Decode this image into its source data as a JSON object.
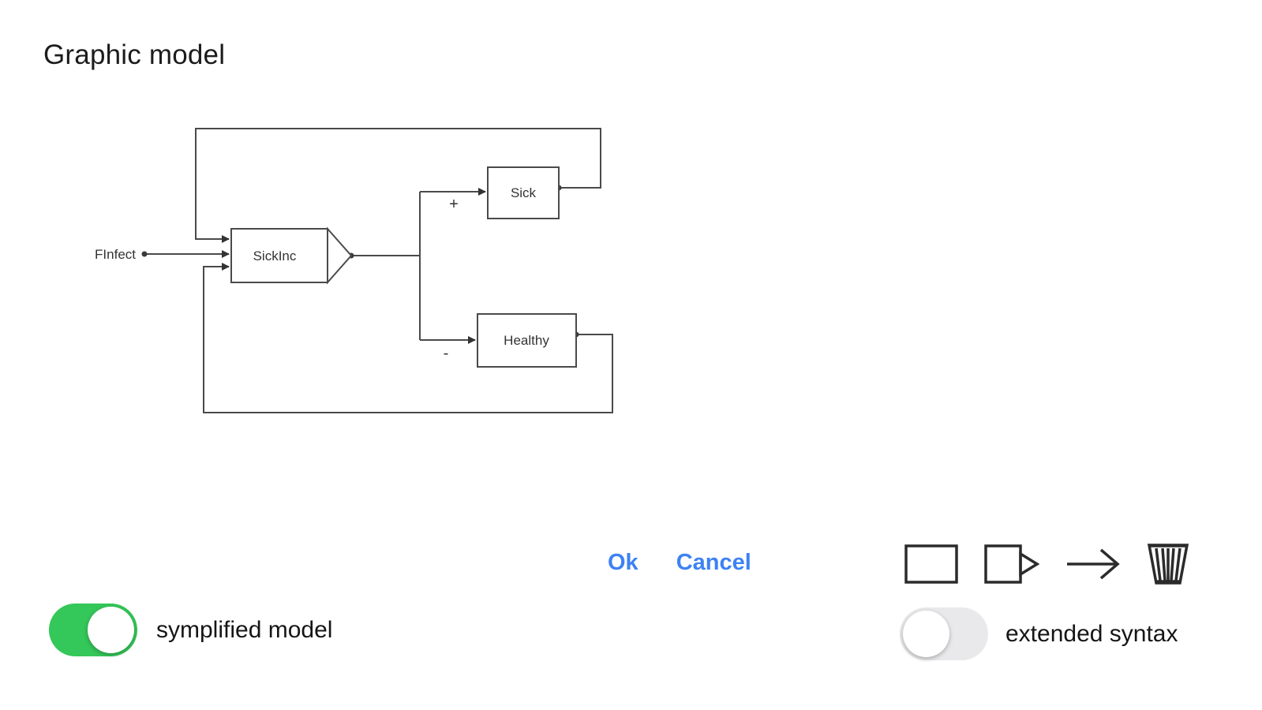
{
  "title": "Graphic model",
  "diagram": {
    "nodes": {
      "finfect": {
        "label": "FInfect",
        "type": "external-input"
      },
      "sickinc": {
        "label": "SickInc",
        "type": "flow-block"
      },
      "sick": {
        "label": "Sick",
        "type": "stock"
      },
      "healthy": {
        "label": "Healthy",
        "type": "stock"
      }
    },
    "signs": {
      "plus": "+",
      "minus": "-"
    },
    "edges": [
      {
        "from": "FInfect",
        "to": "SickInc"
      },
      {
        "from": "Sick",
        "to": "SickInc",
        "kind": "feedback-loop-top"
      },
      {
        "from": "Healthy",
        "to": "SickInc",
        "kind": "feedback-loop-bottom"
      },
      {
        "from": "SickInc",
        "to": "Sick",
        "sign": "+"
      },
      {
        "from": "SickInc",
        "to": "Healthy",
        "sign": "-"
      }
    ]
  },
  "actions": {
    "ok_label": "Ok",
    "cancel_label": "Cancel"
  },
  "palette": {
    "icons": [
      {
        "name": "stock-rect-icon"
      },
      {
        "name": "flow-block-icon"
      },
      {
        "name": "arrow-icon"
      },
      {
        "name": "sink-basket-icon"
      }
    ]
  },
  "toggles": {
    "simplified": {
      "label": "symplified model",
      "on": true
    },
    "extended": {
      "label": "extended syntax",
      "on": false
    }
  },
  "colors": {
    "accent_blue": "#3d82f4",
    "toggle_on_green": "#34c759",
    "toggle_off_gray": "#e9e9eb",
    "diagram_line": "#4a4a4a"
  }
}
